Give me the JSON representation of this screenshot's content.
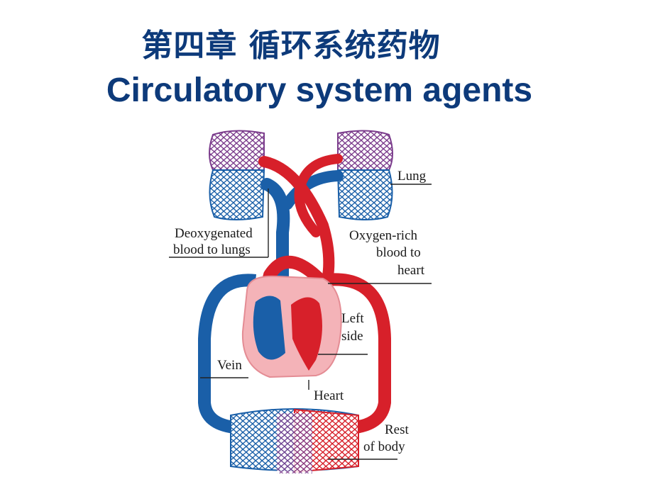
{
  "slide": {
    "title_cn": "第四章  循环系统药物",
    "title_en": "Circulatory system agents"
  },
  "diagram": {
    "labels": {
      "lung": "Lung",
      "deoxy_line1": "Deoxygenated",
      "deoxy_line2": "blood to lungs",
      "oxy_line1": "Oxygen-rich",
      "oxy_line2": "blood to",
      "oxy_line3": "heart",
      "left_line1": "Left",
      "left_line2": "side",
      "vein": "Vein",
      "heart": "Heart",
      "rest_line1": "Rest",
      "rest_line2": "of body"
    },
    "colors": {
      "oxygenated": "#d7202a",
      "deoxygenated": "#1a5fa8",
      "capillary": "#7b3c8c",
      "heart_tissue": "#f4b3b8",
      "title": "#0d3a7a"
    }
  }
}
